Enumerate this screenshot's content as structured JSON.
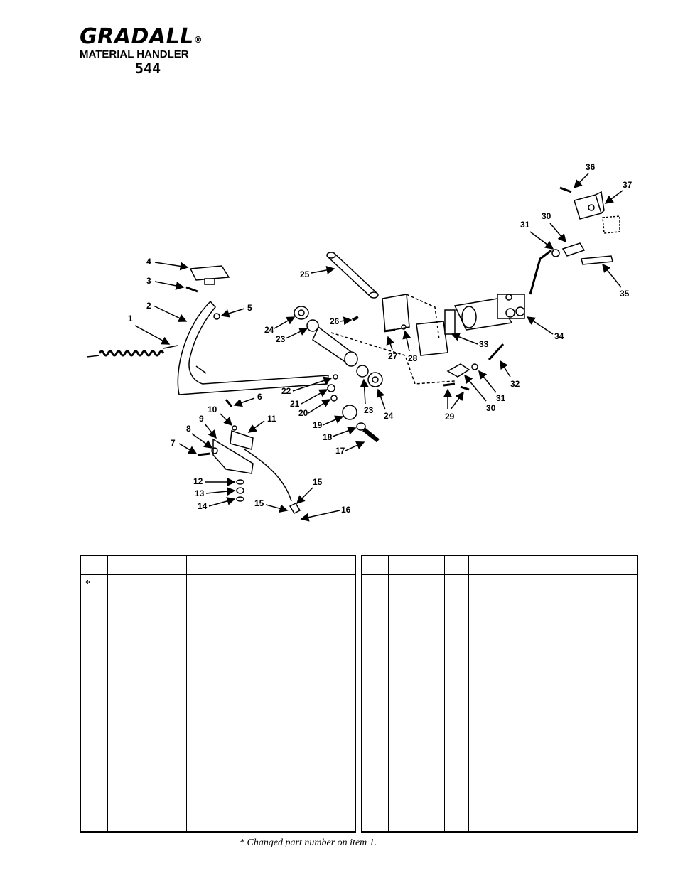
{
  "header": {
    "brand": "GRADALL",
    "registered_mark": "®",
    "subtitle": "MATERIAL HANDLER",
    "model": "544"
  },
  "diagram": {
    "callouts": [
      "1",
      "2",
      "3",
      "4",
      "5",
      "6",
      "7",
      "8",
      "9",
      "10",
      "11",
      "12",
      "13",
      "14",
      "15",
      "15",
      "16",
      "17",
      "18",
      "19",
      "20",
      "21",
      "22",
      "23",
      "23",
      "24",
      "24",
      "25",
      "26",
      "27",
      "28",
      "29",
      "30",
      "30",
      "31",
      "31",
      "32",
      "33",
      "34",
      "35",
      "36",
      "37"
    ]
  },
  "tables": [
    {
      "first_row_marker": "*"
    },
    {
      "first_row_marker": ""
    }
  ],
  "footnote": "* Changed part number on item 1."
}
